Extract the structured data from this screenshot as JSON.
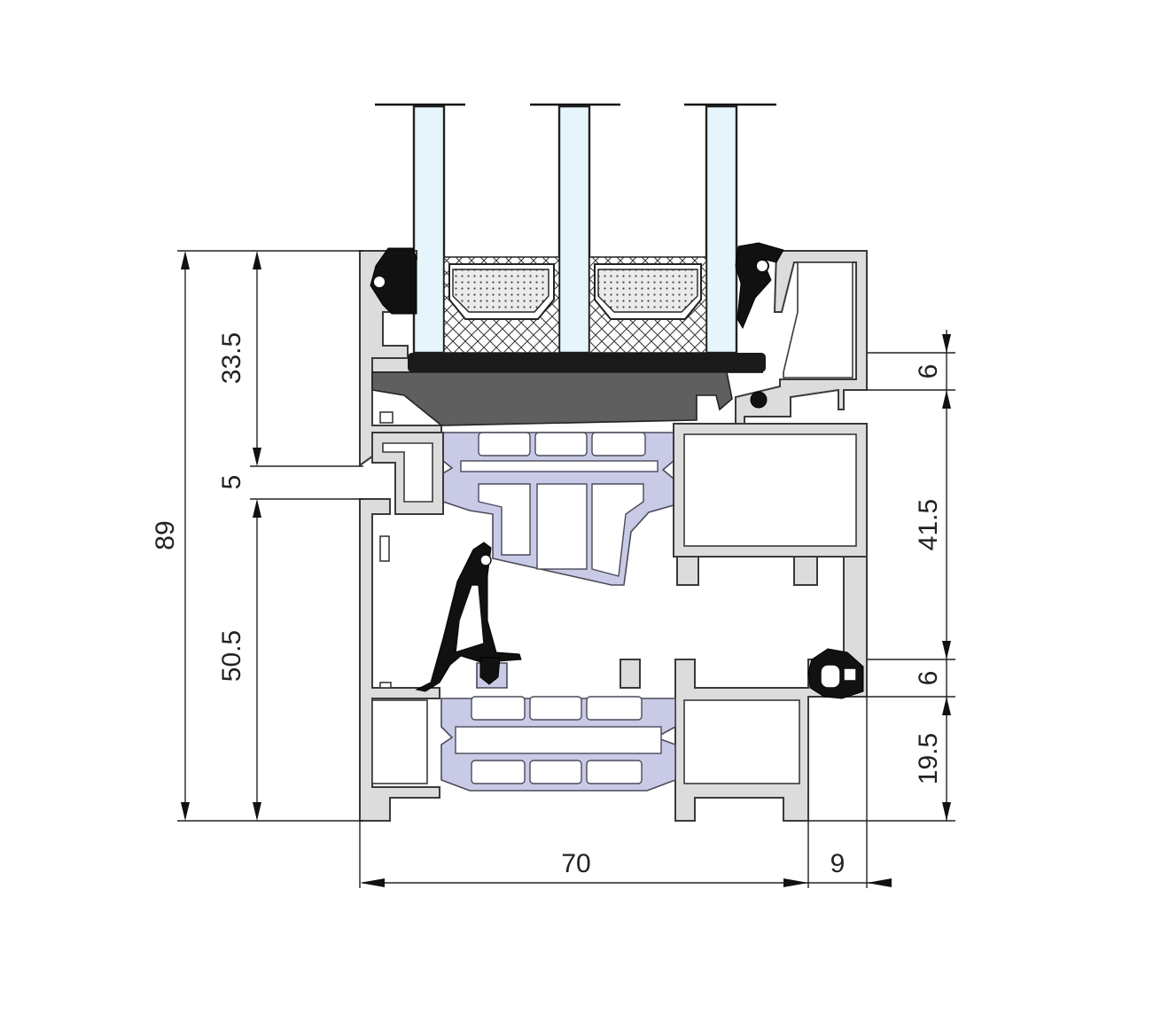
{
  "dimensions": {
    "overall_height": "89",
    "top_section": "33.5",
    "middle_gap": "5",
    "bottom_section": "50.5",
    "right_top": "6",
    "right_middle": "41.5",
    "right_seal": "6",
    "right_bottom": "19.5",
    "width_main": "70",
    "width_offset": "9"
  },
  "colors": {
    "aluminium": "#dcdcdc",
    "insulation": "#c9cbe6",
    "glass": "#e6f5fb",
    "gasket": "#111111",
    "glazing_bead": "#5f5f5f"
  }
}
